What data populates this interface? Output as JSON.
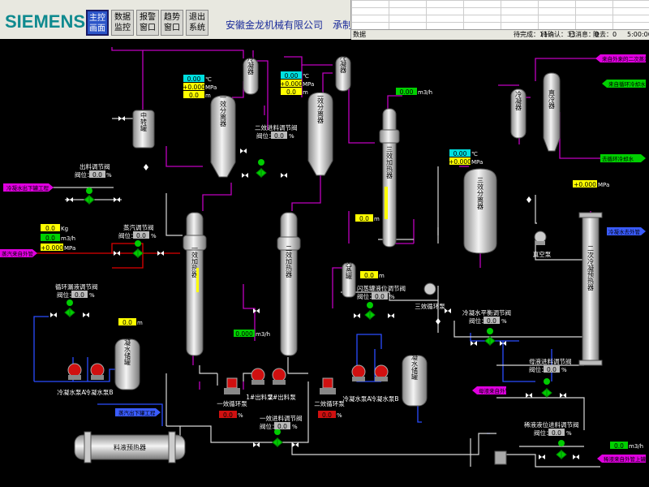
{
  "header": {
    "brand": "SIEMENS",
    "nav": [
      {
        "l1": "主控",
        "l2": "画面",
        "active": true
      },
      {
        "l1": "数据",
        "l2": "监控",
        "active": false
      },
      {
        "l1": "报警",
        "l2": "窗口",
        "active": false
      },
      {
        "l1": "趋势",
        "l2": "窗口",
        "active": false
      },
      {
        "l1": "退出",
        "l2": "系统",
        "active": false
      }
    ],
    "company": "安徽金龙机械有限公司　承制"
  },
  "status_bar": {
    "left": "数据",
    "items": [
      "待完成：11",
      "待确认：33",
      "已消息：0",
      "隐去：0"
    ],
    "right": "5:00:00"
  },
  "equipment": {
    "zhonghuanguan": "中转罐",
    "cond1": "冷凝器",
    "cond2": "冷凝器",
    "sep1": "一效分离器",
    "sep2": "二效分离器",
    "heat1": "一效加热器",
    "heat2": "二效加热器",
    "col3": "三效加热器",
    "sep3": "三效分离器",
    "cond3": "冷凝器",
    "straight_cooler": "直冷器",
    "flash": "闪蒸罐",
    "vacuum_pump": "真空泵",
    "cooling_tank": "冷凝水储罐",
    "cooling_tank2": "冷凝水储罐",
    "preheater": "二次冷凝预热器",
    "feed_preheater": "料液预热器",
    "pump_a": "冷凝水泵A",
    "pump_b": "冷凝水泵B",
    "pump_flash": "三效循环泵",
    "pump_1st": "一效循环泵",
    "pump_1out": "1#出料泵",
    "pump_2out": "2#出料泵",
    "pump_2eff": "二效循环泵",
    "pump_ca": "冷凝水泵A",
    "pump_cb": "冷凝水泵B"
  },
  "tags": {
    "out_valve": {
      "title": "出料调节阀",
      "label": "阀位：",
      "value": "0.0",
      "unit": "%"
    },
    "steam_valve": {
      "title": "蒸汽调节阀",
      "label": "阀位：",
      "value": "0.0",
      "unit": "%"
    },
    "cond_valve": {
      "title": "循环漏液调节阀",
      "label": "阀位：",
      "value": "0.0",
      "unit": "%"
    },
    "feed2_valve": {
      "title": "二效进料调节阀",
      "label": "阀位：",
      "value": "0.0",
      "unit": "%"
    },
    "flash_valve": {
      "title": "闪蒸罐液位调节阀",
      "label": "阀位：",
      "value": "0.0",
      "unit": "%"
    },
    "feed1_valve": {
      "title": "一效进料调节阀",
      "label": "阀位：",
      "value": "0.0",
      "unit": "%"
    },
    "water_valve": {
      "title": "冷凝水平衡调节阀",
      "label": "阀位：",
      "value": "0.0",
      "unit": "%"
    },
    "mother_valve": {
      "title": "母液进料调节阀",
      "label": "阀位：",
      "value": "0.0",
      "unit": "%"
    },
    "dilute_valve": {
      "title": "稀液液位进料调节阀",
      "label": "阀位：",
      "value": "0.0",
      "unit": "%"
    }
  },
  "readouts": {
    "sep1_temp": "0.00",
    "sep1_pres": "+0.000",
    "sep1_level": "0.0",
    "sep2_temp": "0.00",
    "sep2_pres": "+0.000",
    "sep2_level": "0.0",
    "col3_flow": "0.00",
    "sep3_temp": "0.00",
    "sep3_pres": "+0.000",
    "vac_pres": "+0.000",
    "steam_kg": "0.0",
    "steam_flow": "0.0",
    "steam_pres": "+0.000",
    "flow_mid": "0.000",
    "heat1_level": "0.0",
    "flash_level": "0.0",
    "col3_level": "0.0",
    "preheat_flow": "0.0",
    "hp1_run": "0.0",
    "hp2_run": "0.0",
    "feed_flow": "0.0",
    "feed_tank": "0.0"
  },
  "units": {
    "temp": "℃",
    "pres": "MPa",
    "level": "m",
    "flow": "m3/h",
    "kg": "Kg",
    "pct": "%"
  },
  "pipes": {
    "left_top": "冷凝水出下罐工程",
    "steam_in": "蒸汽来自外管",
    "steam_bottom": "蒸汽出下罐工程",
    "right_top": "来自外来的二次蒸汽",
    "right_top2": "来自循环冷却水",
    "right_mid": "去循环冷却水",
    "right_mid2": "冷凝水去外管",
    "right_lower": "母液来自外管",
    "right_bottom": "稀液来自外管上罐工程"
  },
  "colors": {
    "steam": "#c000c0",
    "cond": "#3aa0ff",
    "feed": "#c0c0c0",
    "gauge_cyan": "#00e0e0",
    "gauge_yellow": "#ffff00",
    "gauge_green": "#00d000",
    "gauge_red": "#d01010"
  }
}
